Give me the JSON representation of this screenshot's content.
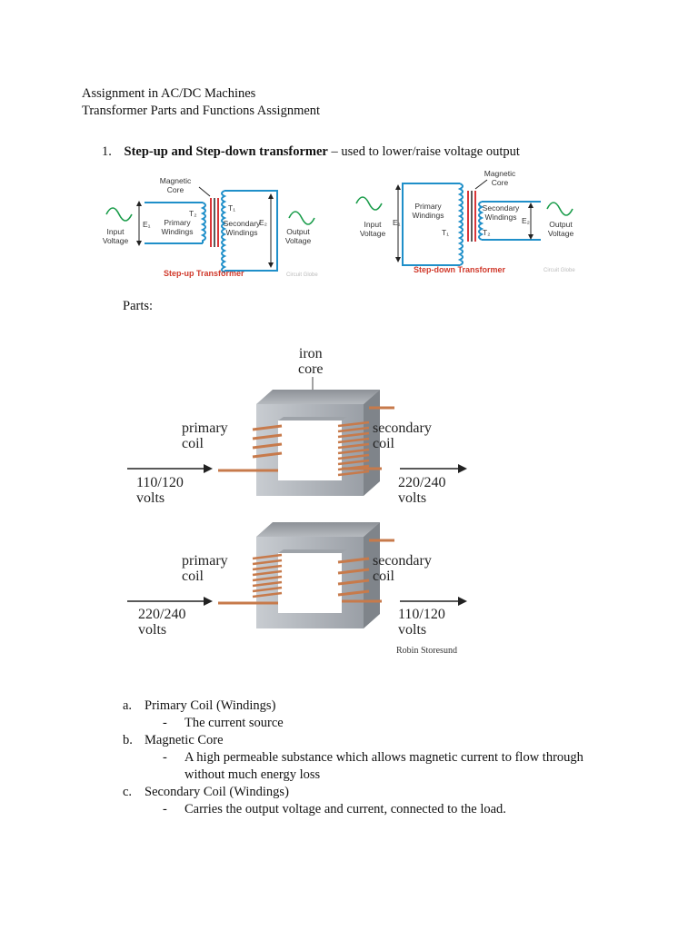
{
  "header": {
    "line1": "Assignment in AC/DC Machines",
    "line2": "Transformer Parts and Functions Assignment"
  },
  "question1": {
    "number": "1.",
    "title_bold": "Step-up and Step-down transformer",
    "title_rest": " – used to lower/raise voltage output"
  },
  "stepup_diagram": {
    "magnetic_core": [
      "Magnetic",
      "Core"
    ],
    "t2": "T₂",
    "t1": "T₁",
    "e1": "E₁",
    "e2": "E₂",
    "primary": [
      "Primary",
      "Windings"
    ],
    "secondary": [
      "Secondary",
      "Windings"
    ],
    "input": [
      "Input",
      "Voltage"
    ],
    "output": [
      "Output",
      "Voltage"
    ],
    "caption": "Step-up Transformer",
    "watermark": "Circuit Globe"
  },
  "stepdown_diagram": {
    "magnetic_core": [
      "Magnetic",
      "Core"
    ],
    "t1": "T₁",
    "t2": "T₂",
    "e1": "E₁",
    "e2": "E₂",
    "primary": [
      "Primary",
      "Windings"
    ],
    "secondary": [
      "Secondary",
      "Windings"
    ],
    "input": [
      "Input",
      "Voltage"
    ],
    "output": [
      "Output",
      "Voltage"
    ],
    "caption": "Step-down Transformer",
    "watermark": "Circuit Globe"
  },
  "parts_label": "Parts:",
  "parts_figure": {
    "iron_core": [
      "iron",
      "core"
    ],
    "top": {
      "primary": [
        "primary",
        "coil"
      ],
      "secondary": [
        "secondary",
        "coil"
      ],
      "input": [
        "110/120",
        "volts"
      ],
      "output": [
        "220/240",
        "volts"
      ]
    },
    "bottom": {
      "primary": [
        "primary",
        "coil"
      ],
      "secondary": [
        "secondary",
        "coil"
      ],
      "input": [
        "220/240",
        "volts"
      ],
      "output": [
        "110/120",
        "volts"
      ]
    },
    "credit": "Robin Storesund"
  },
  "list": [
    {
      "letter": "a.",
      "title": "Primary Coil (Windings)",
      "desc": [
        "The current source"
      ]
    },
    {
      "letter": "b.",
      "title": "Magnetic Core",
      "desc": [
        "A high permeable substance which allows magnetic current to flow through",
        "without much energy loss"
      ]
    },
    {
      "letter": "c.",
      "title": "Secondary Coil (Windings)",
      "desc": [
        "Carries the output voltage and current, connected to the load."
      ]
    }
  ],
  "colors": {
    "wire": "#1f8fc9",
    "core_red": "#d9373a",
    "caption_red": "#d0392b",
    "copper": "#c77a4b",
    "steel": "#a9adb3"
  }
}
